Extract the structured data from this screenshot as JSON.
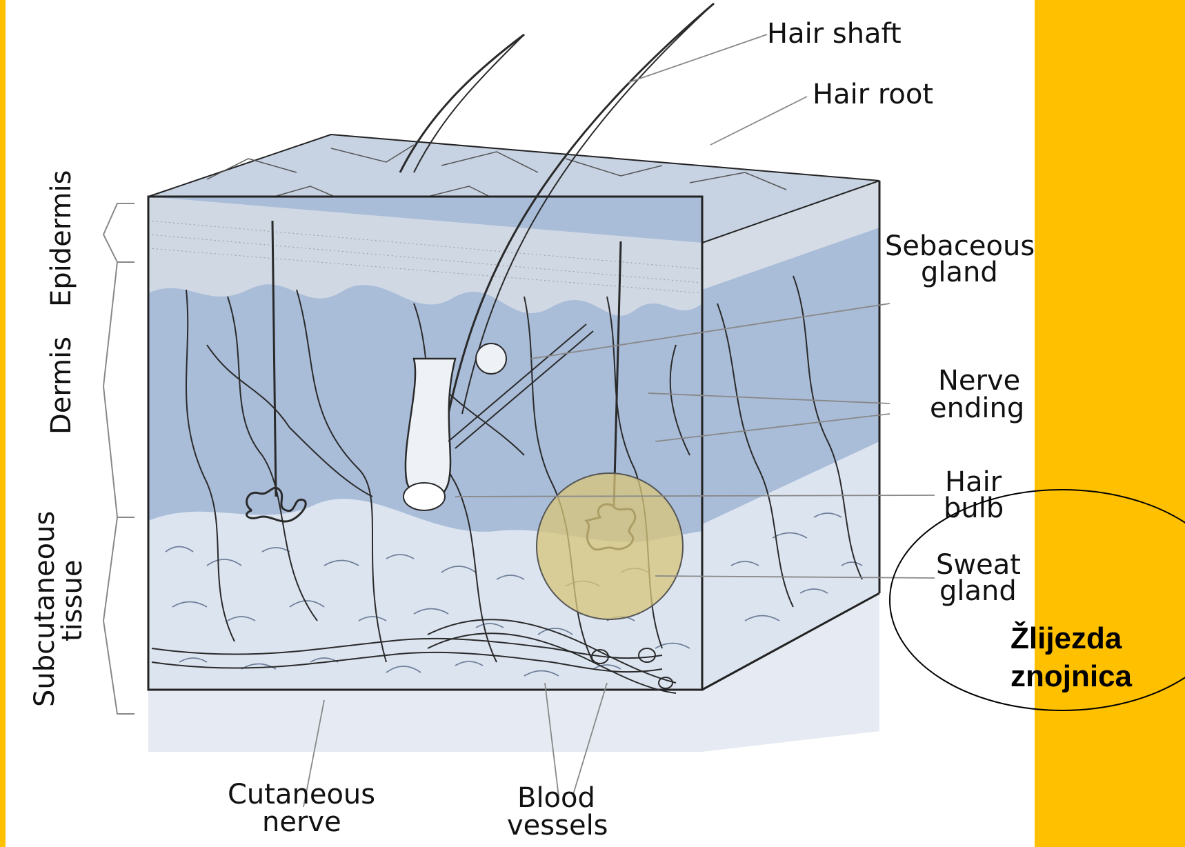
{
  "labels": {
    "hair_shaft": "Hair shaft",
    "hair_root": "Hair root",
    "sebaceous_gland": [
      "Sebaceous",
      "gland"
    ],
    "nerve_ending": [
      "Nerve",
      "ending"
    ],
    "hair_bulb": [
      "Hair",
      "bulb"
    ],
    "sweat_gland": [
      "Sweat",
      "gland"
    ],
    "cutaneous_nerve": [
      "Cutaneous",
      "nerve"
    ],
    "blood_vessels": [
      "Blood",
      "vessels"
    ],
    "epidermis": "Epidermis",
    "dermis": "Dermis",
    "subcutaneous": [
      "Subcutaneous",
      "tissue"
    ]
  },
  "callout": {
    "lines": [
      "Žlijezda",
      "znojnica"
    ]
  },
  "colors": {
    "background": "#FFC000",
    "panel": "#FFFFFF",
    "dermis": "#A9BCD8",
    "subcutaneous": "#DCE4F0",
    "epidermis": "#C9D3E2",
    "highlight": "#D8C57A"
  }
}
